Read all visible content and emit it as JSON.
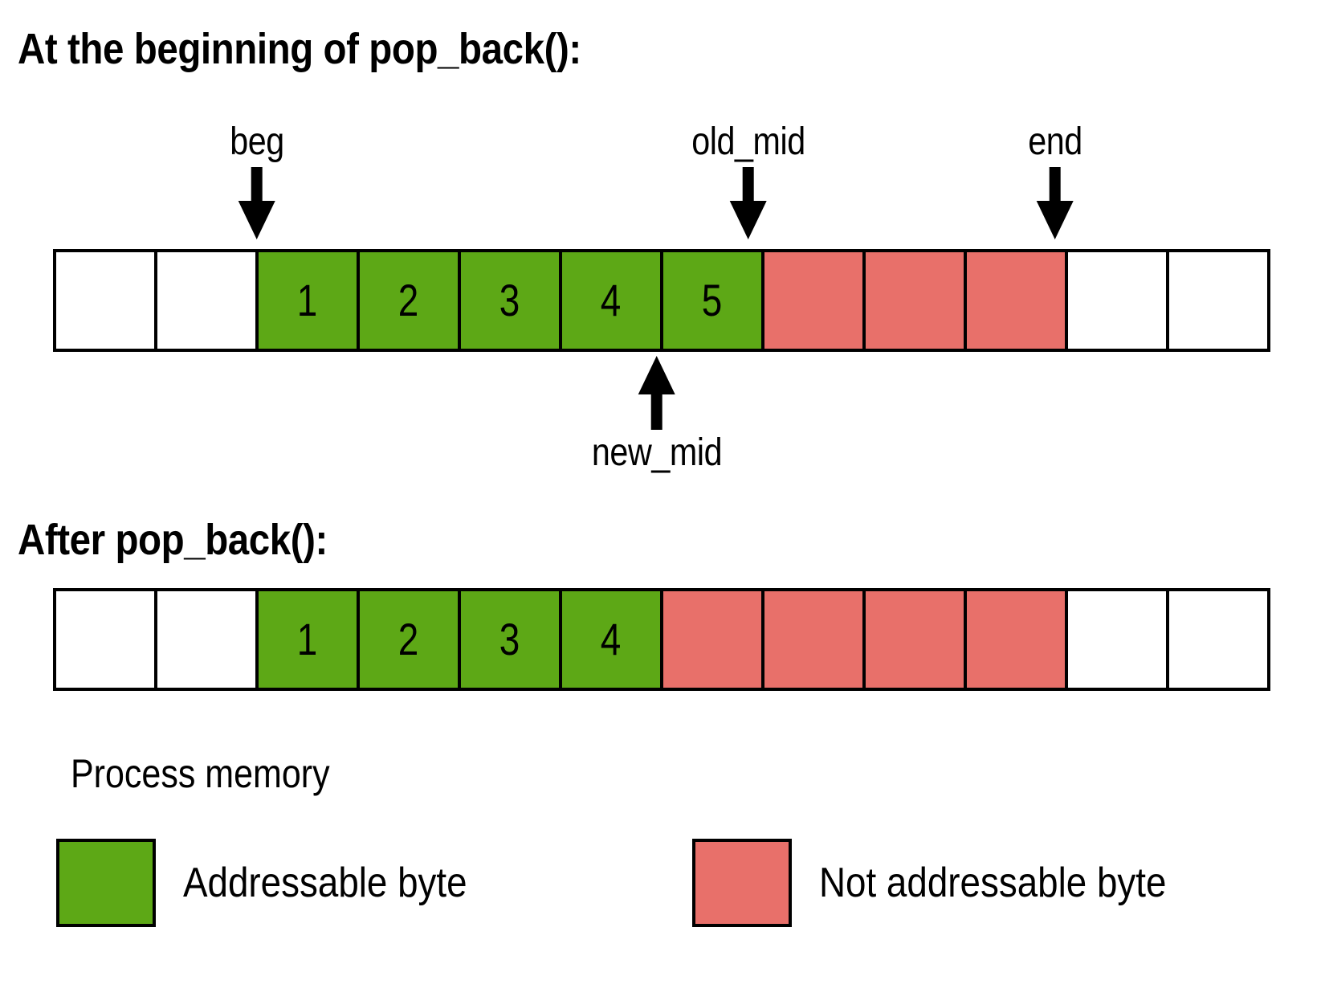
{
  "diagram": {
    "title_before": "At the beginning of pop_back():",
    "title_after": "After pop_back():"
  },
  "colors": {
    "addressable": "#5DA816",
    "not_addressable": "#E8706A",
    "unused": "#FFFFFF",
    "outline": "#000000"
  },
  "bars": {
    "before": {
      "total_cells": 12,
      "cells": [
        {
          "state": "white",
          "label": ""
        },
        {
          "state": "white",
          "label": ""
        },
        {
          "state": "green",
          "label": "1"
        },
        {
          "state": "green",
          "label": "2"
        },
        {
          "state": "green",
          "label": "3"
        },
        {
          "state": "green",
          "label": "4"
        },
        {
          "state": "green",
          "label": "5"
        },
        {
          "state": "red",
          "label": ""
        },
        {
          "state": "red",
          "label": ""
        },
        {
          "state": "red",
          "label": ""
        },
        {
          "state": "white",
          "label": ""
        },
        {
          "state": "white",
          "label": ""
        }
      ]
    },
    "after": {
      "total_cells": 12,
      "cells": [
        {
          "state": "white",
          "label": ""
        },
        {
          "state": "white",
          "label": ""
        },
        {
          "state": "green",
          "label": "1"
        },
        {
          "state": "green",
          "label": "2"
        },
        {
          "state": "green",
          "label": "3"
        },
        {
          "state": "green",
          "label": "4"
        },
        {
          "state": "red",
          "label": ""
        },
        {
          "state": "red",
          "label": ""
        },
        {
          "state": "red",
          "label": ""
        },
        {
          "state": "red",
          "label": ""
        },
        {
          "state": "white",
          "label": ""
        },
        {
          "state": "white",
          "label": ""
        }
      ]
    }
  },
  "pointers": {
    "beg": "beg",
    "old_mid": "old_mid",
    "end": "end",
    "new_mid": "new_mid"
  },
  "legend": {
    "title": "Process memory",
    "addressable": "Addressable byte",
    "not_addressable": "Not addressable byte"
  }
}
